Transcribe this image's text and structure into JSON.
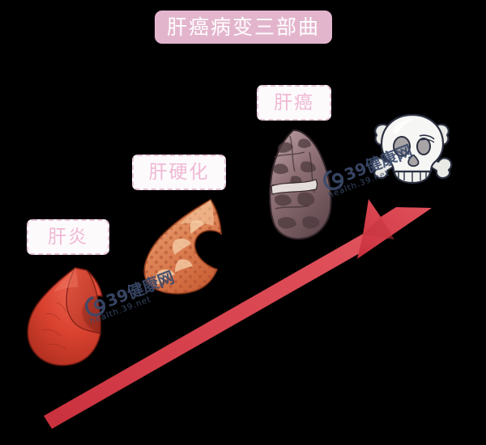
{
  "background_color": "#000000",
  "title": {
    "text": "肝癌病变三部曲",
    "banner_color": "#e3b5cd",
    "text_color": "#ffffff"
  },
  "stages": [
    {
      "id": "hepatitis",
      "label": "肝炎",
      "label_text_color": "#efb9d4",
      "label_border_color": "#e6c2d6",
      "organ_name": "liver-healthy-inflamed",
      "organ_color": "#cf3b2c",
      "organ_highlight": "#e8604c"
    },
    {
      "id": "cirrhosis",
      "label": "肝硬化",
      "label_text_color": "#efb9d4",
      "label_border_color": "#e6c2d6",
      "organ_name": "liver-cirrhotic-nodular",
      "organ_color": "#d9663c",
      "organ_highlight": "#f0b184"
    },
    {
      "id": "cancer",
      "label": "肝癌",
      "label_text_color": "#efb9d4",
      "label_border_color": "#e6c2d6",
      "organ_name": "liver-tumorous",
      "organ_color": "#8d6f74",
      "organ_highlight": "#b79ba0"
    }
  ],
  "outcome": {
    "icon_name": "skull-and-crossbones-icon",
    "skull_color": "#f4f4f2",
    "bone_color": "#e8e8e4"
  },
  "arrow": {
    "name": "progression-arrow",
    "color": "#d8444f",
    "direction": "up-right",
    "start": "65,525",
    "end": "535,258"
  },
  "watermarks": [
    {
      "main": "39健康网",
      "sub": "health.39.net",
      "color": "#3b4a6b"
    },
    {
      "main": "39健康网",
      "sub": "health.39.net",
      "color": "#3b4a6b"
    }
  ]
}
